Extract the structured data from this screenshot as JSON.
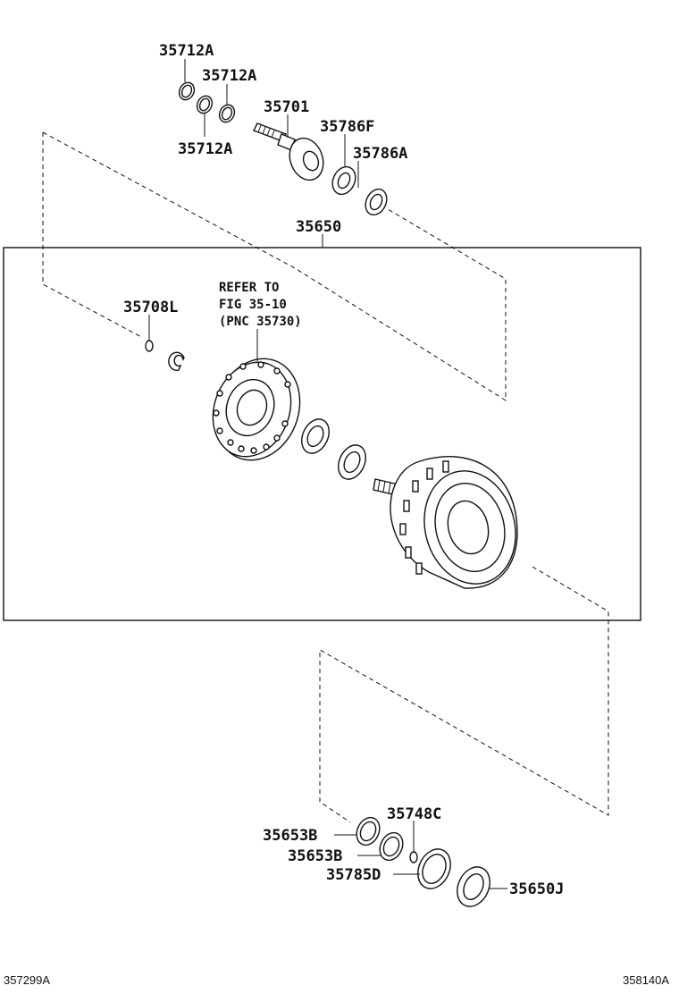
{
  "labels": {
    "p35712a_1": "35712A",
    "p35712a_2": "35712A",
    "p35712a_3": "35712A",
    "p35701": "35701",
    "p35786f": "35786F",
    "p35786a": "35786A",
    "p35650": "35650",
    "p35708l": "35708L",
    "p35653b_1": "35653B",
    "p35653b_2": "35653B",
    "p35748c": "35748C",
    "p35785d": "35785D",
    "p35650j": "35650J"
  },
  "reference": {
    "line1": "REFER TO",
    "line2": "FIG 35-10",
    "line3": "(PNC 35730)"
  },
  "footer": {
    "left_code": "357299A",
    "right_code": "358140A"
  }
}
